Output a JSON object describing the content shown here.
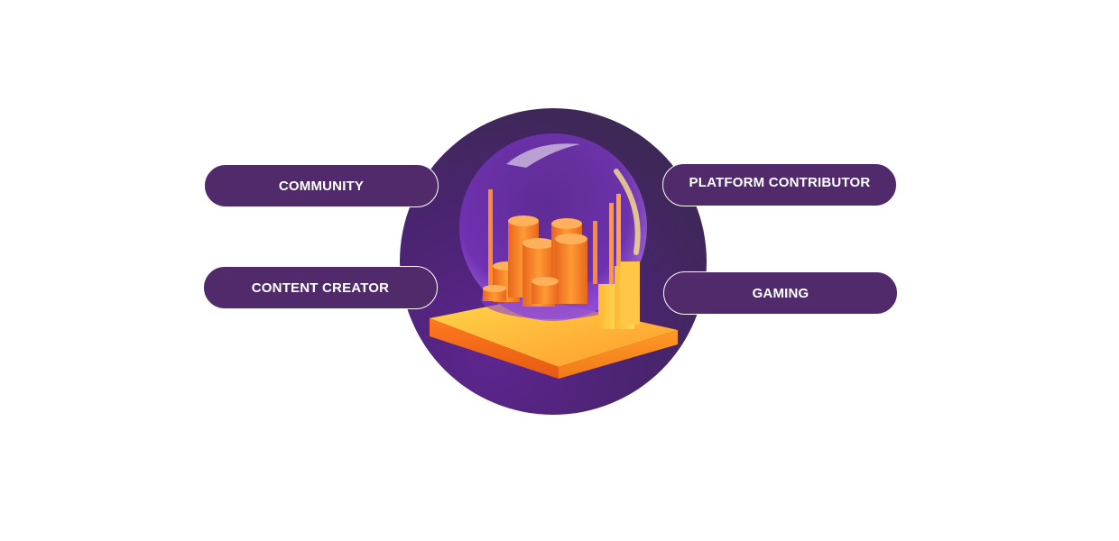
{
  "roles": {
    "community": "COMMUNITY",
    "content_creator": "CONTENT CREATOR",
    "platform_contributor": "PLATFORM CONTRIBUTOR",
    "gaming": "GAMING"
  },
  "colors": {
    "pill_background": "#502a6a",
    "pill_text": "#ffffff",
    "disc_purple": "#5e2590",
    "disc_dark": "#352a46",
    "coin_orange": "#f7872a",
    "platform_yellow": "#ffc933"
  },
  "illustration": {
    "name": "crystal-ball-coins-illustration"
  }
}
